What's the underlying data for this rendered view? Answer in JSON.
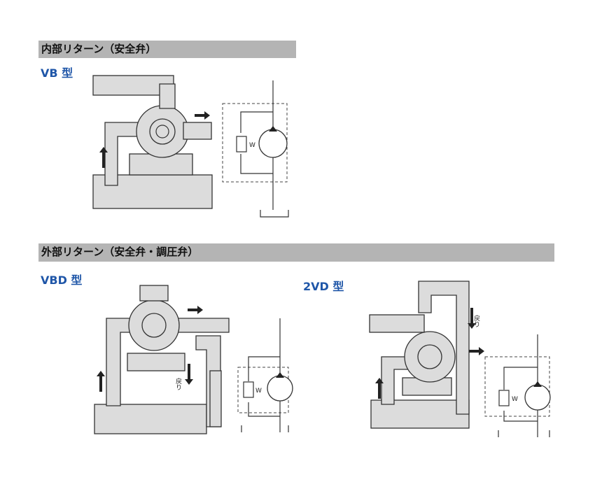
{
  "sections": [
    {
      "title": "内部リターン（安全弁）",
      "models": [
        {
          "label": "VB 型"
        }
      ]
    },
    {
      "title": "外部リターン（安全弁・調圧弁）",
      "models": [
        {
          "label": "VBD 型"
        },
        {
          "label": "2VD 型"
        }
      ]
    }
  ],
  "symbols": {
    "spring": "W",
    "return": "戻り"
  }
}
